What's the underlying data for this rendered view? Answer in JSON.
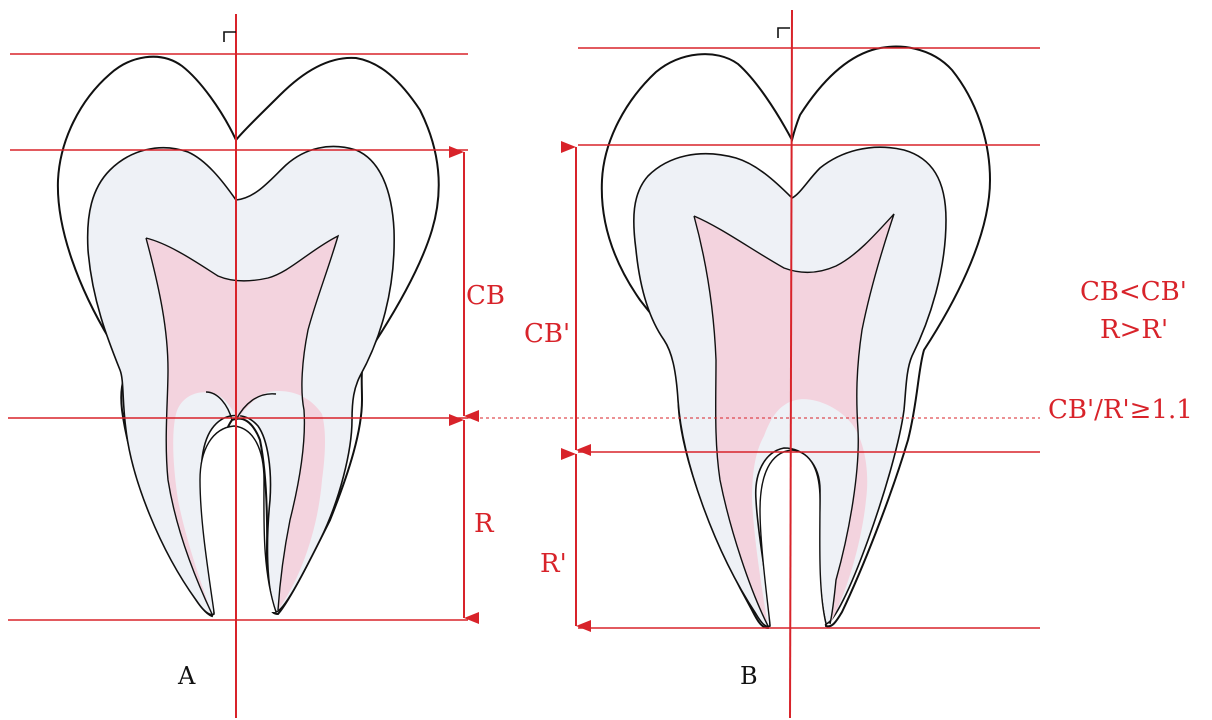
{
  "labels": {
    "tooth_a": "A",
    "tooth_b": "B",
    "cb": "CB",
    "r": "R",
    "cb_prime": "CB'",
    "r_prime": "R'",
    "relation_1": "CB<CB'",
    "relation_2": "R>R'",
    "relation_3": "CB'/R'≥1.1"
  },
  "colors": {
    "guide_lines": "#d8232a",
    "dentin": "#eef1f6",
    "pulp": "#f3d3de",
    "outline": "#111111"
  }
}
